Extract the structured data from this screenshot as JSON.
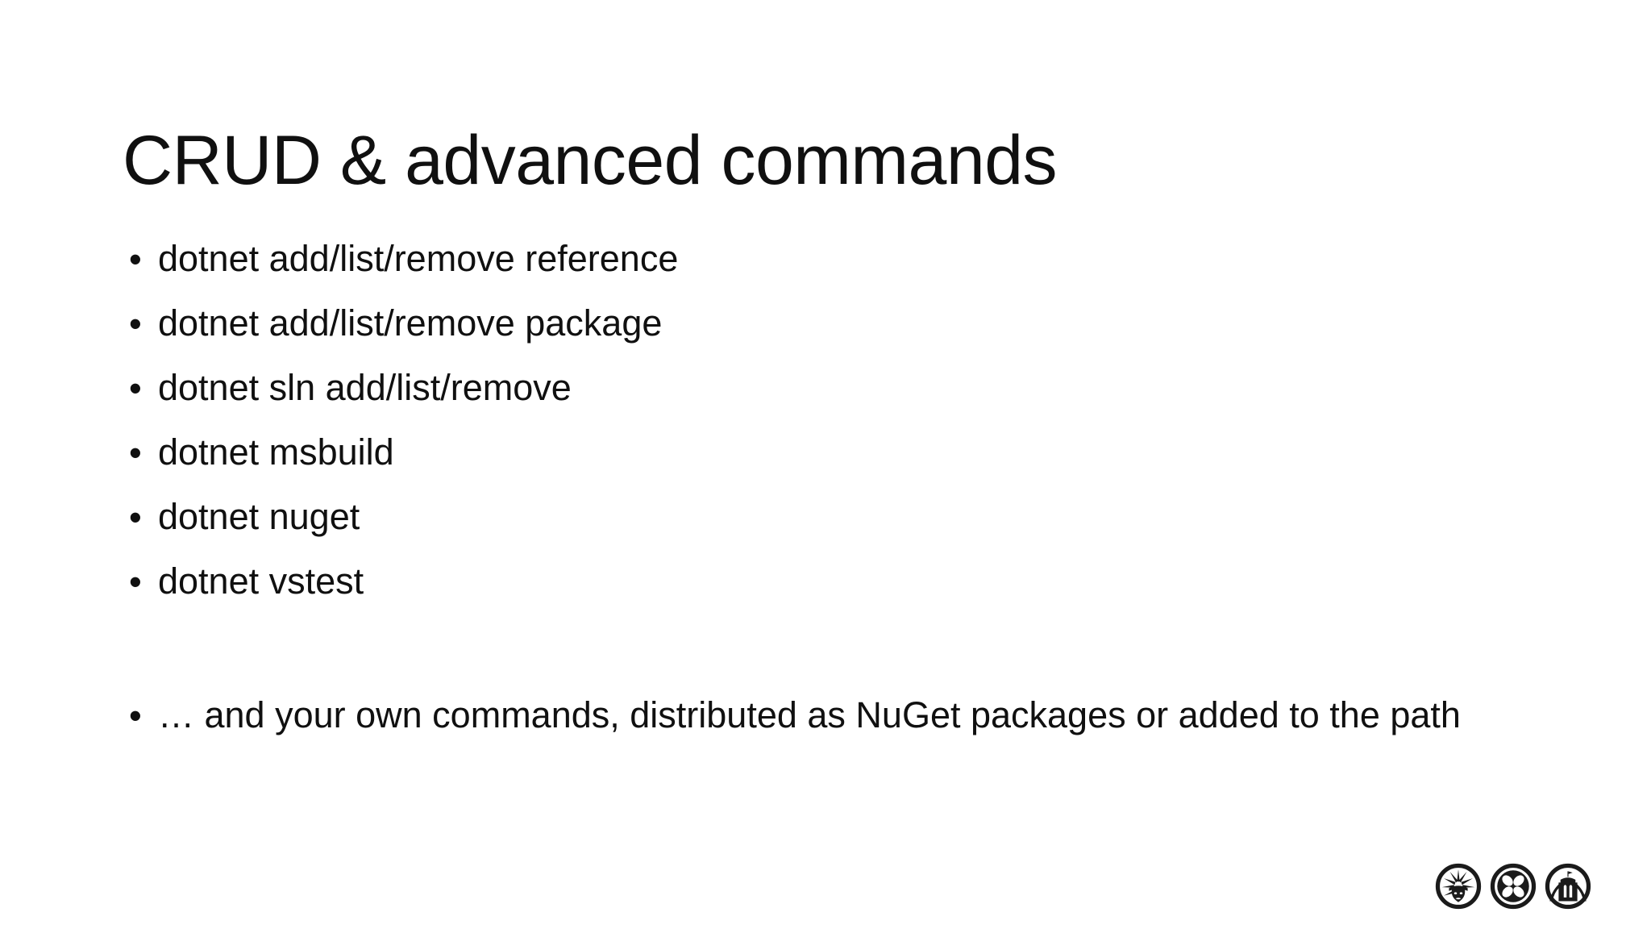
{
  "slide": {
    "title": "CRUD & advanced commands",
    "background_color": "#ffffff",
    "text_color": "#101010",
    "bullet_glyph": "•",
    "bullets": [
      {
        "text": "dotnet add/list/remove reference"
      },
      {
        "text": "dotnet add/list/remove package"
      },
      {
        "text": "dotnet sln add/list/remove"
      },
      {
        "text": "dotnet msbuild"
      },
      {
        "text": "dotnet nuget"
      },
      {
        "text": "dotnet vstest"
      }
    ],
    "final_bullet": {
      "text": "… and your own commands, distributed as NuGet packages or added to the path"
    },
    "footer_logos": [
      {
        "name": "statue-of-liberty-logo",
        "label": "Statue of Liberty"
      },
      {
        "name": "four-petal-flower-logo",
        "label": "Four petal flower"
      },
      {
        "name": "brooklyn-bridge-logo",
        "label": "Brooklyn Bridge"
      }
    ]
  }
}
